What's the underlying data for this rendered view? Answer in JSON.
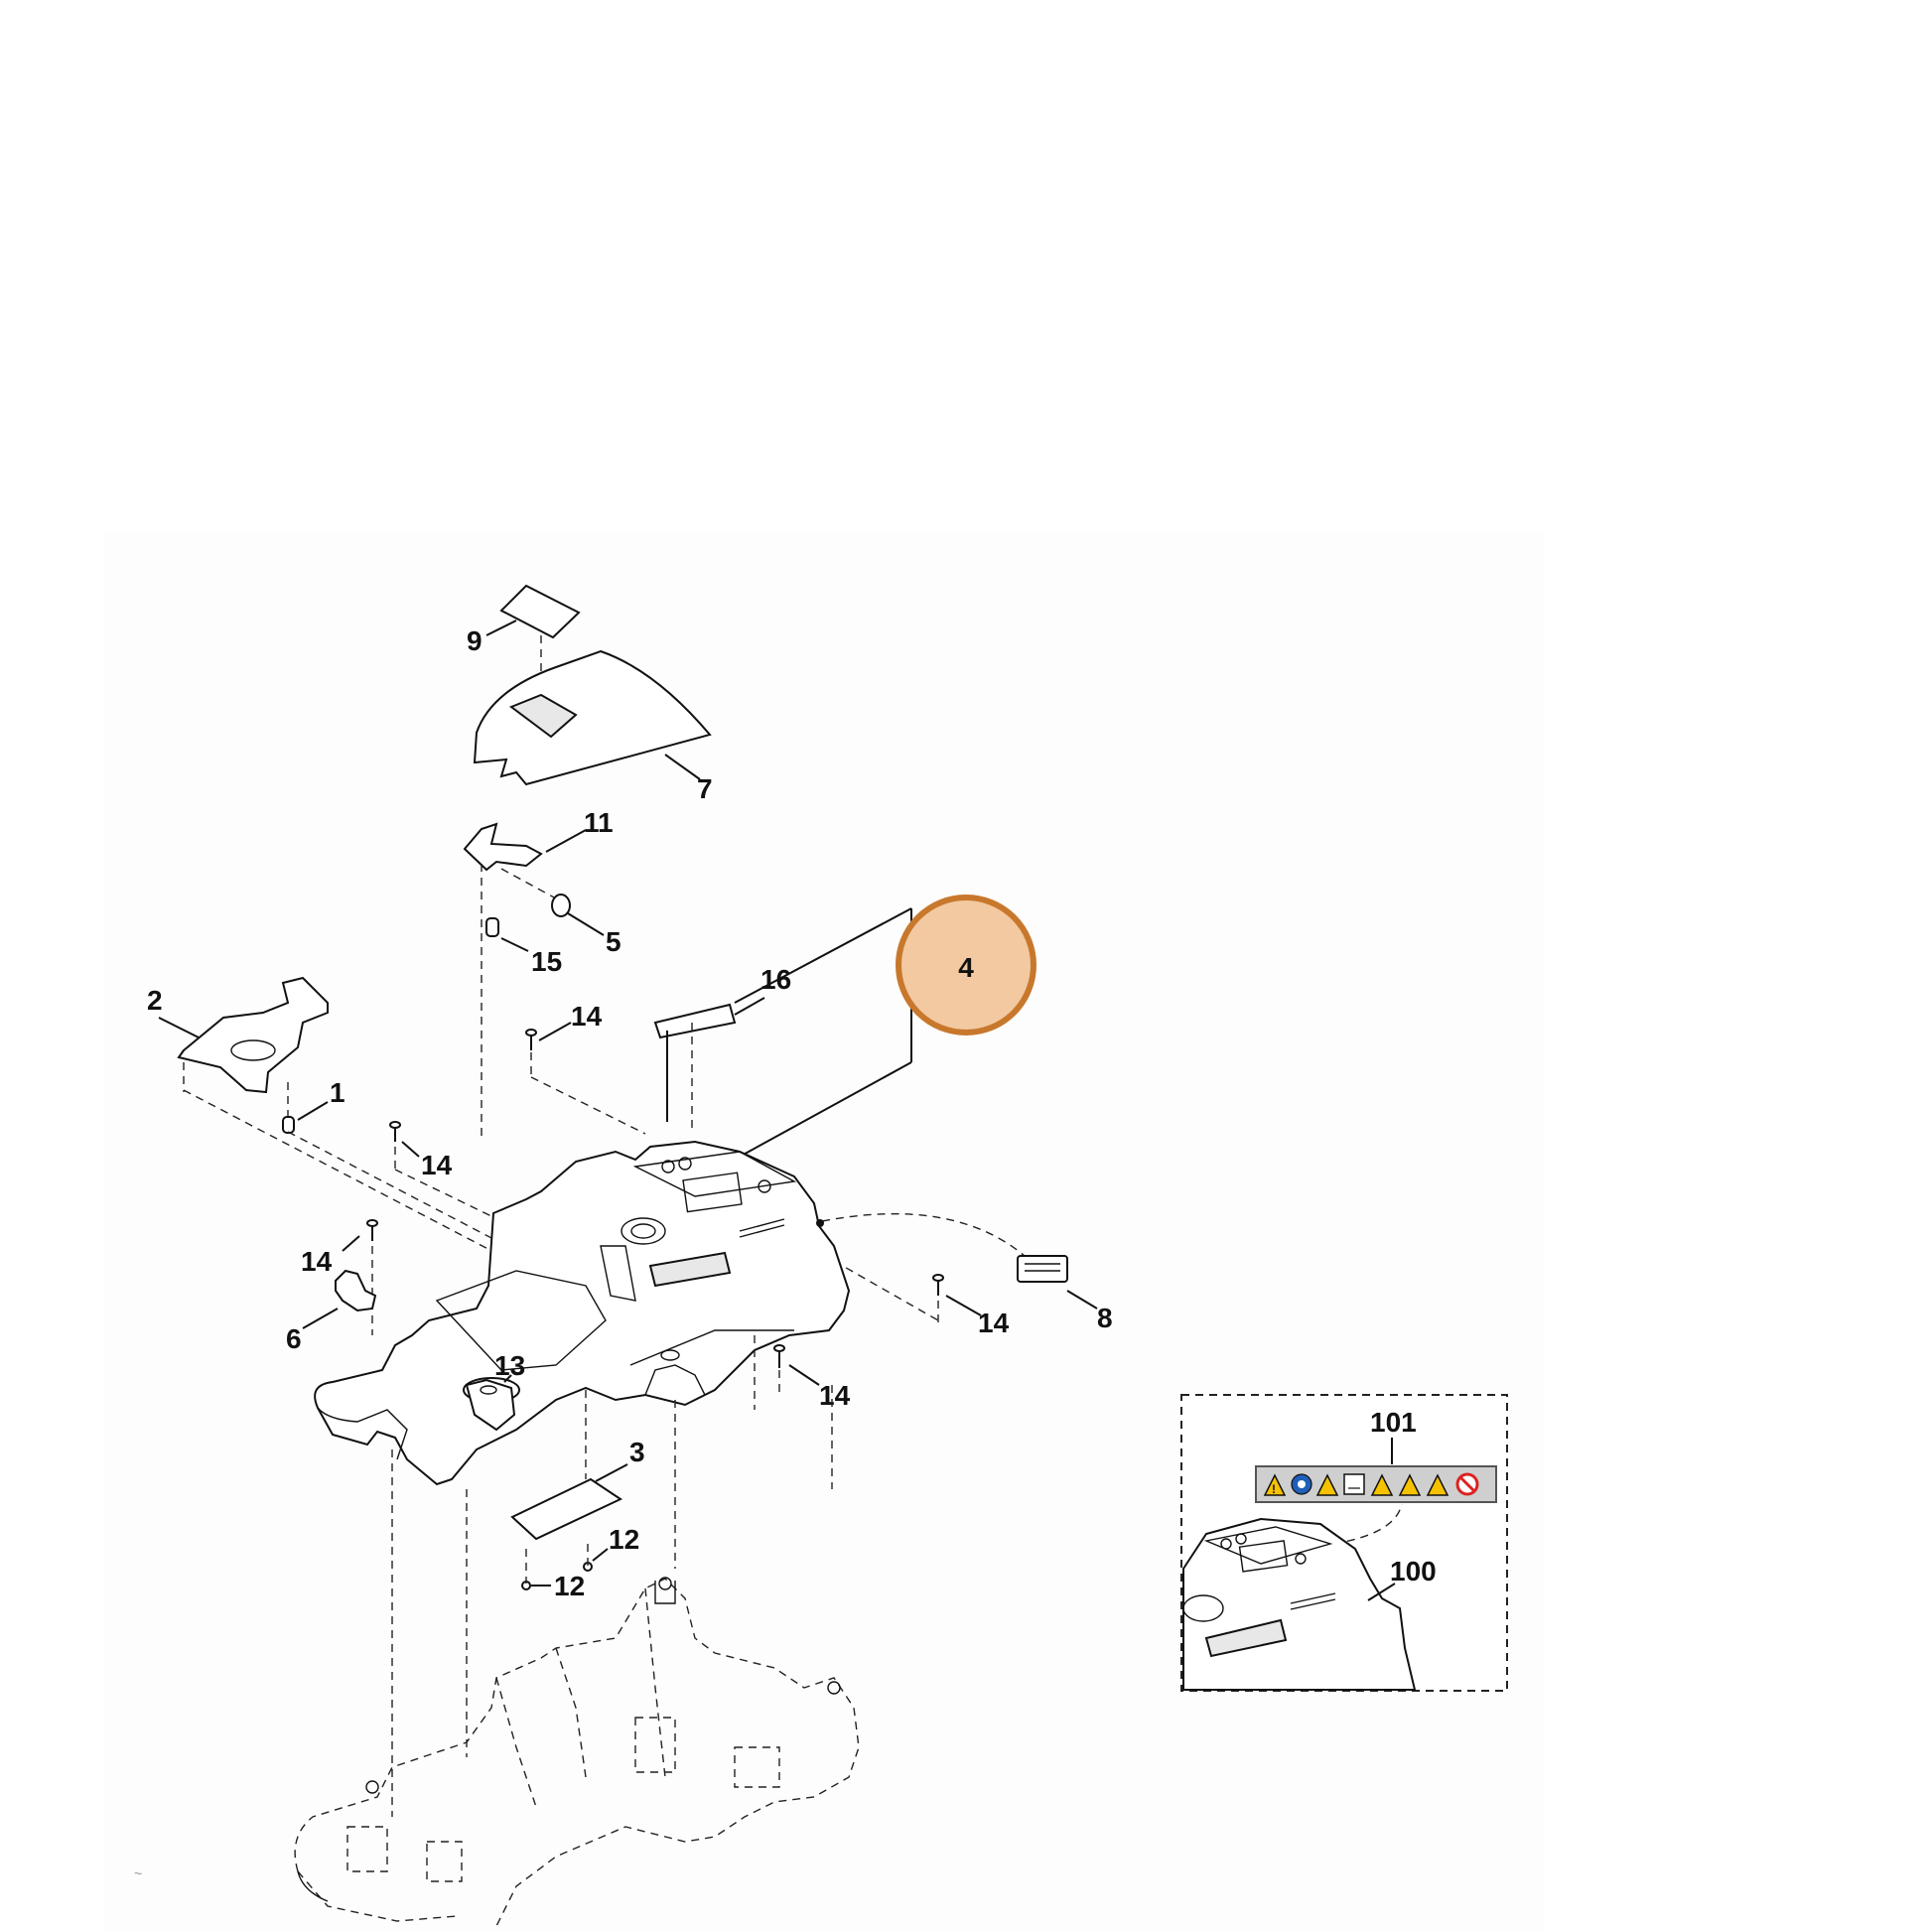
{
  "highlight": {
    "label": "4",
    "fill": "#f2c9a1",
    "stroke": "#c8782c"
  },
  "labels": {
    "l9": "9",
    "l7": "7",
    "l11": "11",
    "l5": "5",
    "l15": "15",
    "l16": "16",
    "l2": "2",
    "l1": "1",
    "l14a": "14",
    "l14b": "14",
    "l14c": "14",
    "l14d": "14",
    "l14e": "14",
    "l14f": "14",
    "l6": "6",
    "l13": "13",
    "l8": "8",
    "l3": "3",
    "l12a": "12",
    "l12b": "12"
  },
  "inset": {
    "label_101": "101",
    "label_100": "100"
  },
  "icons": [
    "warning-icon",
    "info-icon",
    "warning-icon",
    "manual-icon",
    "warning-icon",
    "warning-icon",
    "warning-icon",
    "prohibition-icon"
  ]
}
